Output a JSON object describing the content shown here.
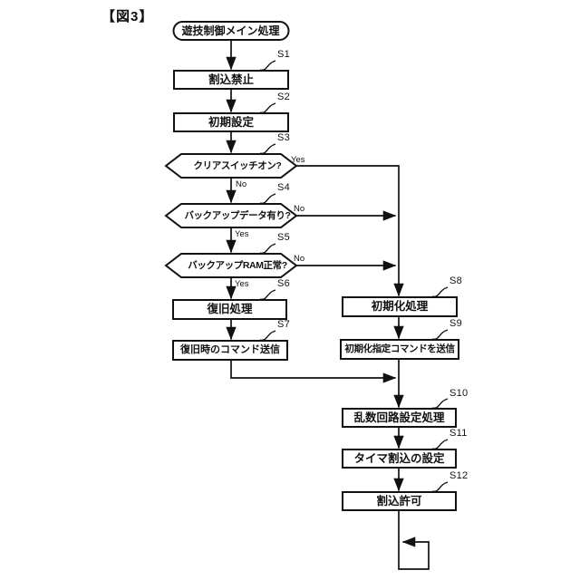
{
  "figure": {
    "label": "【図3】"
  },
  "colors": {
    "line": "#111111",
    "background": "#ffffff"
  },
  "flowchart": {
    "start": {
      "label": "遊技制御メイン処理"
    },
    "nodes": [
      {
        "id": "S1",
        "type": "process",
        "label": "割込禁止"
      },
      {
        "id": "S2",
        "type": "process",
        "label": "初期設定"
      },
      {
        "id": "S3",
        "type": "decision",
        "label": "クリアスイッチオン?",
        "yes": "Yes",
        "no": "No"
      },
      {
        "id": "S4",
        "type": "decision",
        "label": "バックアップデータ有り?",
        "yes": "Yes",
        "no": "No"
      },
      {
        "id": "S5",
        "type": "decision",
        "label": "バックアップRAM正常?",
        "yes": "Yes",
        "no": "No"
      },
      {
        "id": "S6",
        "type": "process",
        "label": "復旧処理"
      },
      {
        "id": "S7",
        "type": "process",
        "label": "復旧時のコマンド送信"
      },
      {
        "id": "S8",
        "type": "process",
        "label": "初期化処理"
      },
      {
        "id": "S9",
        "type": "process",
        "label": "初期化指定コマンドを送信"
      },
      {
        "id": "S10",
        "type": "process",
        "label": "乱数回路設定処理"
      },
      {
        "id": "S11",
        "type": "process",
        "label": "タイマ割込の設定"
      },
      {
        "id": "S12",
        "type": "process",
        "label": "割込許可"
      }
    ]
  }
}
